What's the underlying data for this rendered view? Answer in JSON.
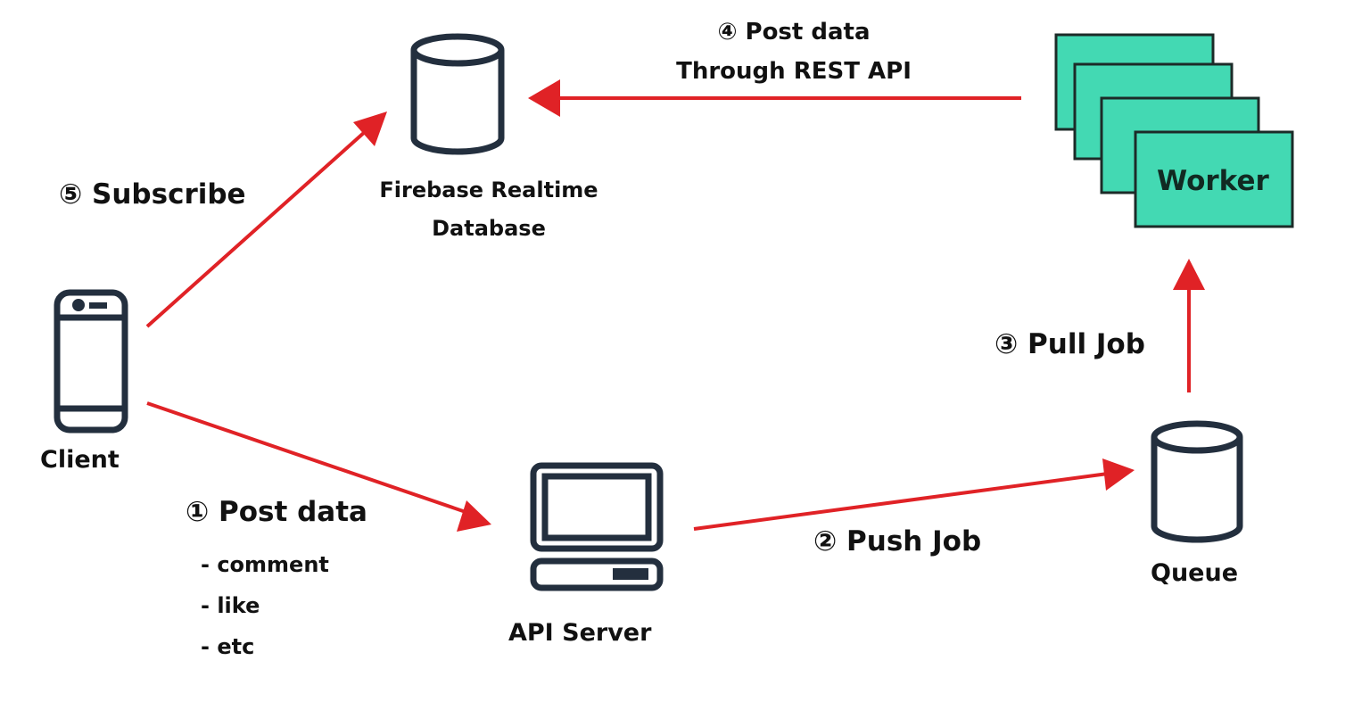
{
  "colors": {
    "arrow": "#e02226",
    "icon_stroke": "#232f3e",
    "worker_fill": "#43d9b3",
    "worker_stroke": "#1c2b28",
    "text": "#111111"
  },
  "nodes": {
    "client": {
      "label": "Client",
      "icon": "smartphone-icon"
    },
    "firebase": {
      "label_line1": "Firebase Realtime",
      "label_line2": "Database",
      "icon": "database-cylinder-icon"
    },
    "api_server": {
      "label": "API Server",
      "icon": "desktop-computer-icon"
    },
    "queue": {
      "label": "Queue",
      "icon": "database-cylinder-icon"
    },
    "worker": {
      "label": "Worker",
      "stack_count": 4
    }
  },
  "edges": [
    {
      "id": "step1",
      "from": "client",
      "to": "api_server",
      "label": "① Post data",
      "items": [
        "- comment",
        "- like",
        "- etc"
      ]
    },
    {
      "id": "step2",
      "from": "api_server",
      "to": "queue",
      "label": "② Push Job"
    },
    {
      "id": "step3",
      "from": "queue",
      "to": "worker",
      "label": "③ Pull Job"
    },
    {
      "id": "step4",
      "from": "worker",
      "to": "firebase",
      "label_line1": "④ Post data",
      "label_line2": "Through REST API"
    },
    {
      "id": "step5",
      "from": "client",
      "to": "firebase",
      "label": "⑤ Subscribe"
    }
  ]
}
